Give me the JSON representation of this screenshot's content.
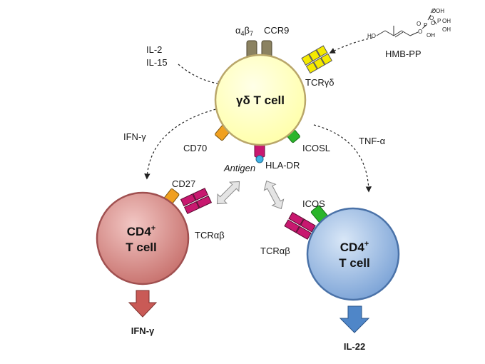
{
  "center_cell": {
    "name": "γδ T cell",
    "color": "#ffffc8",
    "border": "#b9a66a"
  },
  "left_cell": {
    "line1": "CD4",
    "sup": "+",
    "line2": "T cell",
    "color": "#cf7d79",
    "border": "#a05050"
  },
  "right_cell": {
    "line1": "CD4",
    "sup": "+",
    "line2": "T cell",
    "color": "#8ab0de",
    "border": "#4a72a8"
  },
  "receptors": {
    "a4b7": {
      "alpha": "α",
      "a_sub": "4",
      "beta": "β",
      "b_sub": "7"
    },
    "ccr9": "CCR9",
    "tcr_gd": "TCRγδ",
    "cd70": "CD70",
    "hla_dr": "HLA-DR",
    "icosl": "ICOSL",
    "antigen": "Antigen",
    "cd27": "CD27",
    "tcr_ab_left": "TCRαβ",
    "icos": "ICOS",
    "tcr_ab_right": "TCRαβ"
  },
  "signals": {
    "il2": "IL-2",
    "il15": "IL-15",
    "hmbpp": "HMB-PP",
    "ifng_in": "IFN-γ",
    "tnfa": "TNF-α"
  },
  "chemical": {
    "oh": "OH",
    "ho": "HO",
    "o": "O",
    "p": "P"
  },
  "outputs": {
    "left": "IFN-γ",
    "right": "IL-22"
  },
  "colors": {
    "olive_receptor": "#8b8261",
    "yellow_receptor": "#f5ea00",
    "orange": "#f0a020",
    "magenta": "#c8186f",
    "green": "#2bb52b",
    "antigen_dot": "#3fb2e5",
    "red_arrow": "#c95a56",
    "blue_arrow": "#4f86c8",
    "double_arrow": "#e4e4e4"
  }
}
